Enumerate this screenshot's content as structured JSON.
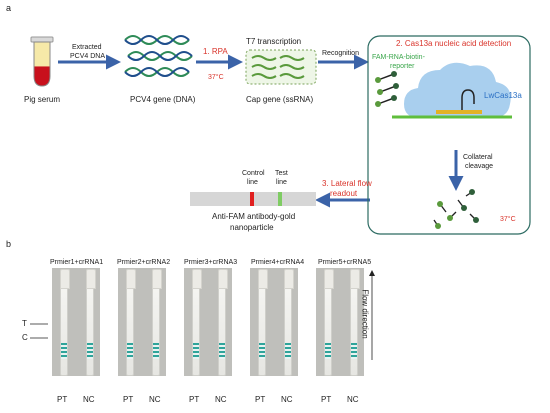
{
  "panel_a": {
    "label": "a",
    "pig_serum": "Pig serum",
    "extracted_dna_line1": "Extracted",
    "extracted_dna_line2": "PCV4 DNA",
    "pcv4_gene": "PCV4 gene (DNA)",
    "step1": "1. RPA",
    "temp1": "37°C",
    "t7": "T7 transcription",
    "cap_gene": "Cap gene (ssRNA)",
    "recognition": "Recognition",
    "step2": "2. Cas13a nucleic acid detection",
    "reporter_line1": "FAM-RNA-biotin-",
    "reporter_line2": "reporter",
    "lwcas13a": "LwCas13a",
    "collateral_line1": "Collateral",
    "collateral_line2": "cleavage",
    "temp2": "37°C",
    "step3_line1": "3. Lateral flow",
    "step3_line2": "readout",
    "control_line1": "Control",
    "control_line2": "line",
    "test_line1": "Test",
    "test_line2": "line",
    "antibody_line1": "Anti-FAM antibody-gold",
    "antibody_line2": "nanoparticle",
    "colors": {
      "red_text": "#d9342b",
      "blue_text": "#2a6fc4",
      "green_text": "#3aa64b",
      "arrow": "#3b63a8",
      "cloud": "#a9cfee",
      "rna": "#5a9a3c"
    }
  },
  "panel_b": {
    "label": "b",
    "primers": [
      "Prmier1+crRNA1",
      "Prmier2+crRNA2",
      "Prmier3+crRNA3",
      "Prmier4+crRNA4",
      "Prmier5+crRNA5"
    ],
    "t_label": "T",
    "c_label": "C",
    "flow_direction": "Flow direction",
    "pt": "PT",
    "nc": "NC"
  }
}
